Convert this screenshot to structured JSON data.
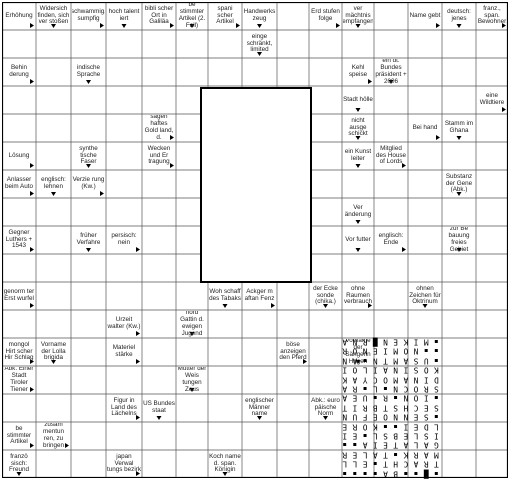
{
  "puzzle": {
    "title": "",
    "clues": [
      {
        "id": "c0",
        "text": "Erhöhung"
      },
      {
        "id": "c1",
        "text": "Widersich finden, sich ver stoßen"
      },
      {
        "id": "c2",
        "text": "schwammig, sumpfig"
      },
      {
        "id": "c3",
        "text": "hoch talent iert"
      },
      {
        "id": "c4",
        "text": "bibli scher Ort in Galiläa"
      },
      {
        "id": "c5",
        "text": "be stimmter Artikel (2. Fall)"
      },
      {
        "id": "c6",
        "text": "spani scher Artikel"
      },
      {
        "id": "c7",
        "text": "Handwerks zeug"
      },
      {
        "id": "c8",
        "text": "Erd stufen folge"
      },
      {
        "id": "c9",
        "text": "ver mächtnis empfangen"
      },
      {
        "id": "c10",
        "text": "Name gebt"
      },
      {
        "id": "c11",
        "text": "deutsch: jenes"
      },
      {
        "id": "c12",
        "text": "franz., span. Bewohner"
      },
      {
        "id": "c13",
        "text": "einge schränkt, limited"
      },
      {
        "id": "c14",
        "text": "Behin derung"
      },
      {
        "id": "c15",
        "text": "indische Sprache"
      },
      {
        "id": "c16",
        "text": "Kehl speise"
      },
      {
        "id": "c17",
        "text": "ein dt. Bundes präsident + 2006"
      },
      {
        "id": "c18",
        "text": "eine Wildtiere"
      },
      {
        "id": "c19",
        "text": "Stadt hölle"
      },
      {
        "id": "c20",
        "text": "Bei hand"
      },
      {
        "id": "c21",
        "text": "Stamm im Ghana"
      },
      {
        "id": "c22",
        "text": "sagen haftes Gold land, d."
      },
      {
        "id": "c23",
        "text": "nicht ausge schickt"
      },
      {
        "id": "c24",
        "text": "Lösung"
      },
      {
        "id": "c25",
        "text": "synthe tische Faser"
      },
      {
        "id": "c26",
        "text": "Wecken und Er tragung"
      },
      {
        "id": "c27",
        "text": "ein Kunst leiter"
      },
      {
        "id": "c28",
        "text": "Mitglied des House of Lords"
      },
      {
        "id": "c29",
        "text": "Substanz der Gene (Abk.)"
      },
      {
        "id": "c30",
        "text": "Anlasser beim Auto"
      },
      {
        "id": "c31",
        "text": "englisch: lehnen"
      },
      {
        "id": "c32",
        "text": "Verzie rung (Kw.)"
      },
      {
        "id": "c33",
        "text": "Ver änderung"
      },
      {
        "id": "c34",
        "text": "Gegner Luthers + 1543"
      },
      {
        "id": "c35",
        "text": "früher Verfahre"
      },
      {
        "id": "c36",
        "text": "persisch: nein"
      },
      {
        "id": "c37",
        "text": "Vor futter"
      },
      {
        "id": "c38",
        "text": "englisch: Ende"
      },
      {
        "id": "c39",
        "text": "zur Be bauung freies Gebiet"
      },
      {
        "id": "c40",
        "text": "genorm ter Erst wurfel"
      },
      {
        "id": "c41",
        "text": "Woh schaff des Tabaks"
      },
      {
        "id": "c42",
        "text": "Ackger m aftan Fenz"
      },
      {
        "id": "c43",
        "text": "der Ecke sonde (chika.)"
      },
      {
        "id": "c44",
        "text": "ohne Raumen verbrauch"
      },
      {
        "id": "c45",
        "text": "ohnen Zeichen für Oktrinum"
      },
      {
        "id": "c46",
        "text": "Urzeit walter (Kw.)"
      },
      {
        "id": "c47",
        "text": "nord Gattin d. ewigen Jugend"
      },
      {
        "id": "c48",
        "text": "mongol Hirt scher Hir Schlag"
      },
      {
        "id": "c49",
        "text": "Vorname der Lolla brigida"
      },
      {
        "id": "c50",
        "text": "Materiel stärke"
      },
      {
        "id": "c51",
        "text": "Mutter der Weis tungen Zeus"
      },
      {
        "id": "c52",
        "text": "böse anzeigen den Pferd"
      },
      {
        "id": "c53",
        "text": "Vorname der Sängerin Hagen"
      },
      {
        "id": "c54",
        "text": "Abk. Einer Stadt Tiroler Tiener"
      },
      {
        "id": "c55",
        "text": "englischer Männer name"
      },
      {
        "id": "c56",
        "text": "Figur in Land des Lächelns"
      },
      {
        "id": "c57",
        "text": "US Bundes staat"
      },
      {
        "id": "c58",
        "text": "be stimmter Artikel"
      },
      {
        "id": "c59",
        "text": "Abk.: euro päische Norm"
      },
      {
        "id": "c60",
        "text": "zusam mentun ren, zu bringen"
      },
      {
        "id": "c61",
        "text": "franzö sisch: Freund"
      },
      {
        "id": "c62",
        "text": "japan Verwal tungs bezirk"
      },
      {
        "id": "c63",
        "text": "Koch name d. span. Königin"
      }
    ],
    "solution_rows": [
      "▪ M I K E N █ R N A",
      "▪ ▪ N O M I E N O R",
      "▪ U S A M T N ▪ A N",
      "K O S I N A I L O I",
      "D I N A M O C Y A K",
      "S R O C N ▪ L ▪ R A",
      "▪ I O N ▪ R ▪ U E A",
      "S E C H S T B R I T",
      "▪ S E N N O E F U N",
      "L D E I ▪ ▪ K O R E",
      "I S L E B S L ▪ E I",
      "G A L A T E I A ▪ ▪",
      "M A R K ▪ T A L E R",
      "T R A C H T ▪ E L L",
      "▪ █ ▪ ▪ B A ▪ ▪ ▪ ▪"
    ]
  }
}
